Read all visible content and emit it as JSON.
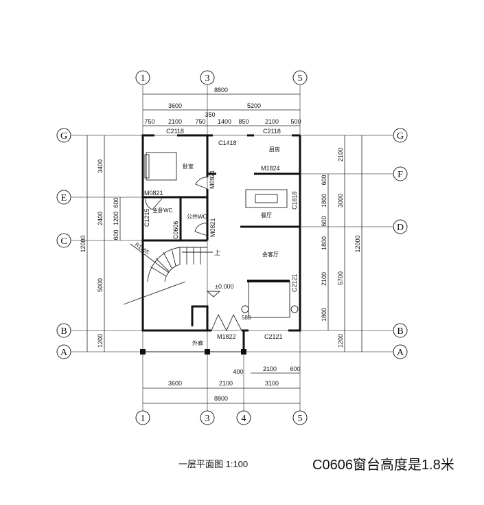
{
  "axes": {
    "columns": [
      "1",
      "3",
      "4",
      "5"
    ],
    "rows": [
      "G",
      "F",
      "E",
      "D",
      "C",
      "B",
      "A"
    ]
  },
  "dims": {
    "top_total": "8800",
    "top_mid": [
      "3600",
      "5200"
    ],
    "top_small": [
      "750",
      "2100",
      "750",
      "350",
      "1400",
      "850",
      "2100",
      "500"
    ],
    "bottom_small": [
      "400",
      "2100",
      "600"
    ],
    "bottom_mid": [
      "3600",
      "2100",
      "3100"
    ],
    "bottom_total": "8800",
    "left_total": "12000",
    "left_mid": [
      "3400",
      "2400",
      "5000",
      "1200"
    ],
    "left_small": [
      "600",
      "1200",
      "600"
    ],
    "right_total": "12000",
    "right_mid": [
      "2100",
      "3000",
      "5700",
      "1200"
    ],
    "right_small": [
      "600",
      "1800",
      "600",
      "1800",
      "2100",
      "1800"
    ]
  },
  "openings": {
    "c2118_a": "C2118",
    "c2118_b": "C2118",
    "c1418": "C1418",
    "m1824": "M1824",
    "m0821_a": "M0821",
    "m0921": "M0921",
    "c1215": "C1215",
    "c0606": "C0606",
    "m0821_b": "M0821",
    "c1818": "C1818",
    "c2121_r": "C2121",
    "m1822": "M1822",
    "c2121_b": "C2121",
    "r1165": "R1165",
    "d588": "588"
  },
  "rooms": {
    "bedroom": "卧室",
    "kitchen": "厨房",
    "dining": "餐厅",
    "master_wc": "主卧WC",
    "public_wc": "公共WC",
    "living": "会客厅",
    "porch": "外廊",
    "up": "上",
    "elevation": "±0.000"
  },
  "footer": {
    "title": "一层平面图 1:100",
    "note": "C0606窗台高度是1.8米"
  }
}
